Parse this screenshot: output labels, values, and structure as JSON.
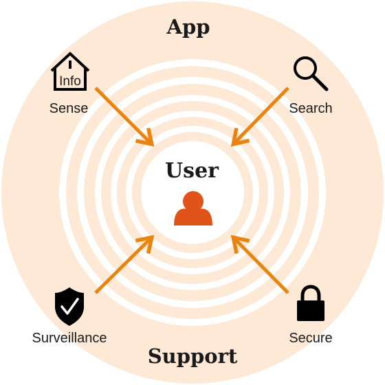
{
  "colors": {
    "background": "#ffffff",
    "outer_disc": "#fde9d6",
    "rings": "#fde9d6",
    "arrow": "#e8840f",
    "user_icon": "#e0541c",
    "ink": "#000000"
  },
  "diagram": {
    "top_title": "App",
    "bottom_title": "Support",
    "center_label": "User",
    "center_icon": "user-icon",
    "nodes": {
      "sense": {
        "label": "Sense",
        "icon": "home-info-icon",
        "icon_text": "Info"
      },
      "search": {
        "label": "Search",
        "icon": "magnifier-icon"
      },
      "surveillance": {
        "label": "Surveillance",
        "icon": "shield-check-icon"
      },
      "secure": {
        "label": "Secure",
        "icon": "padlock-icon"
      }
    }
  }
}
